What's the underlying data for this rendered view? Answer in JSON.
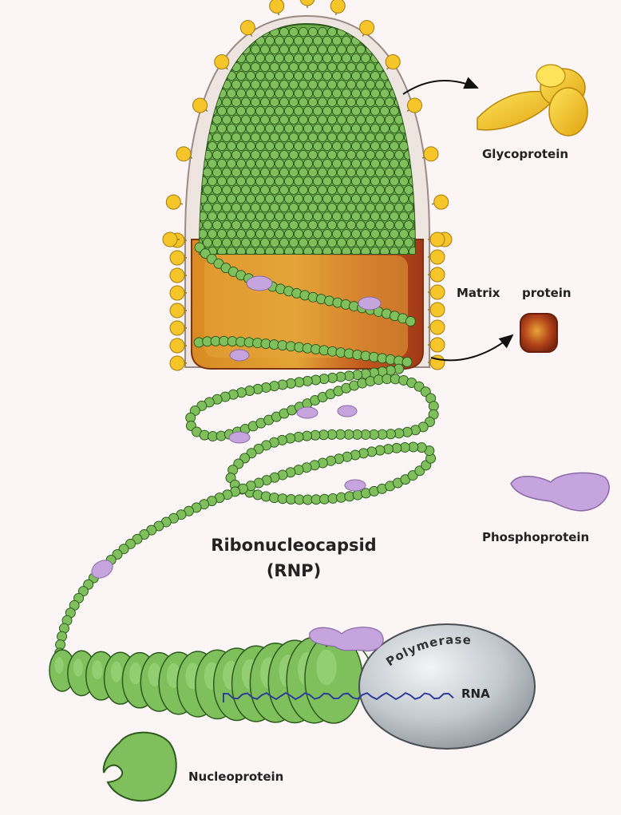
{
  "labels": {
    "glycoprotein": "Glycoprotein",
    "matrix_a": "Matrix",
    "matrix_b": "protein",
    "phosphoprotein": "Phosphoprotein",
    "rnp_title": "Ribonucleocapsid",
    "rnp_abbrev": "(RNP)",
    "polymerase": "Polymerase",
    "rna": "RNA",
    "nucleoprotein": "Nucleoprotein"
  },
  "colors": {
    "glycoprotein": "#f5c52a",
    "nucleocapsid": "#7fc05c",
    "nucleocapsid_outline": "#2d5a1e",
    "matrix": "#b24a1e",
    "phosphoprotein": "#c6a4dd",
    "polymerase": "#c7ccd0",
    "rna": "#2c3d9a"
  }
}
